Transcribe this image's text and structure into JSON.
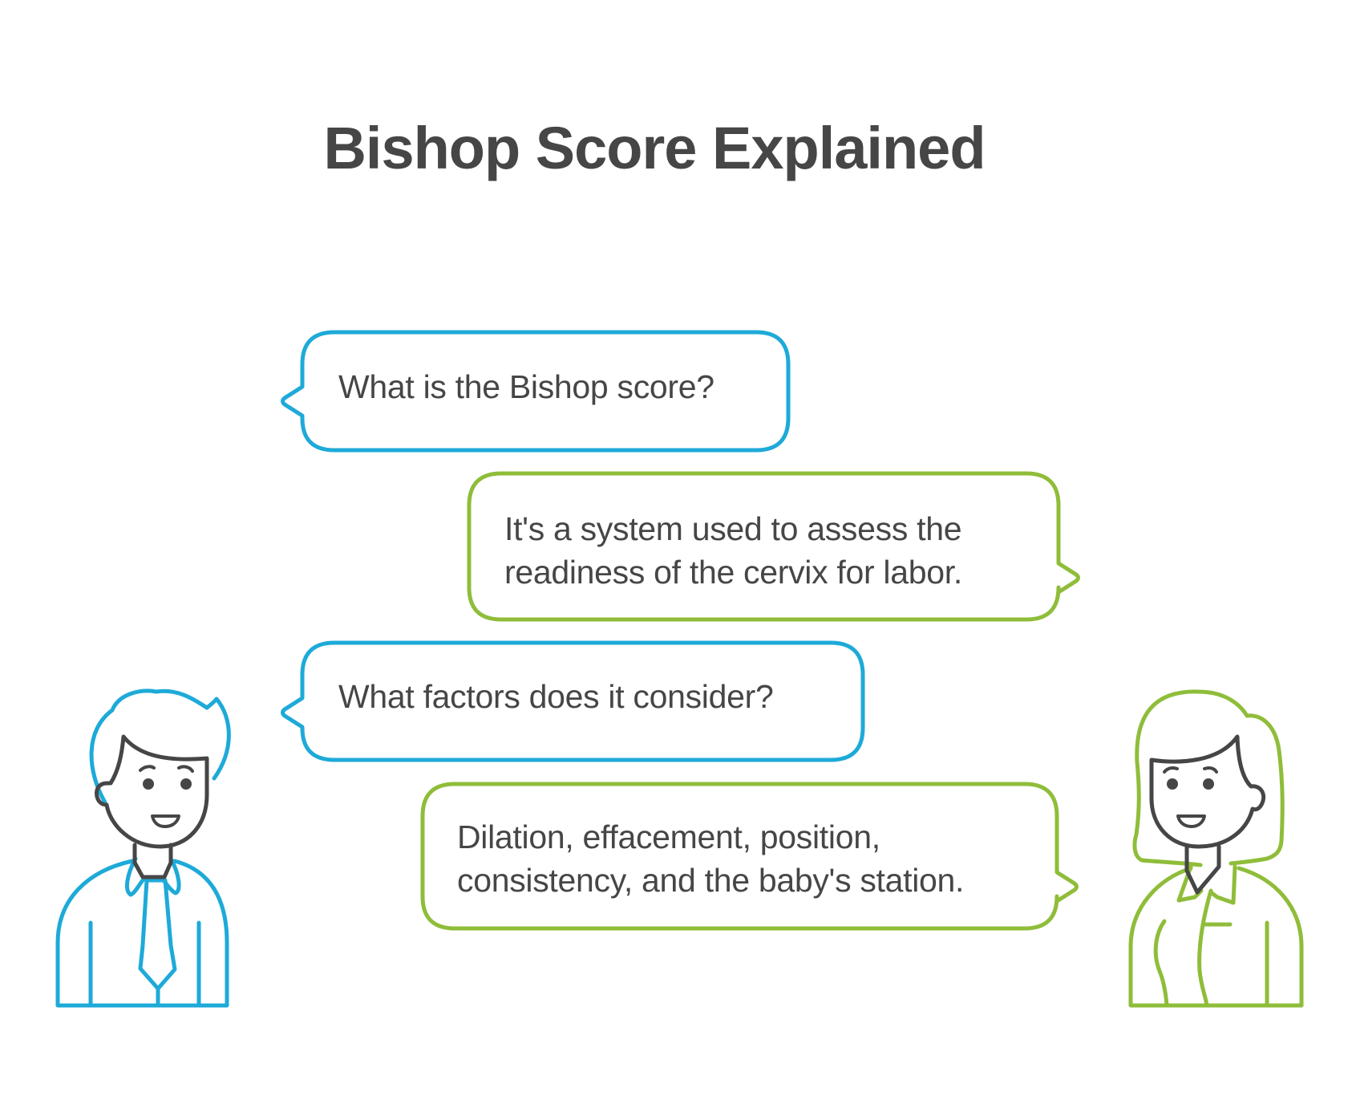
{
  "title": "Bishop Score Explained",
  "colors": {
    "speaker_a": "#1EAAD8",
    "speaker_b": "#8FBD3A",
    "text": "#464646",
    "face_outline": "#464646",
    "background": "#FFFFFF"
  },
  "participants": [
    {
      "id": "speaker-a",
      "role": "asker",
      "icon": "man-with-tie-icon",
      "color": "#1EAAD8",
      "side": "left"
    },
    {
      "id": "speaker-b",
      "role": "answerer",
      "icon": "woman-icon",
      "color": "#8FBD3A",
      "side": "right"
    }
  ],
  "dialogue": [
    {
      "speaker": "speaker-a",
      "tail": "left",
      "lines": [
        "What is the Bishop score?"
      ]
    },
    {
      "speaker": "speaker-b",
      "tail": "right",
      "lines": [
        "It's a system used to assess the",
        "readiness of the cervix for labor."
      ]
    },
    {
      "speaker": "speaker-a",
      "tail": "left",
      "lines": [
        "What factors does it consider?"
      ]
    },
    {
      "speaker": "speaker-b",
      "tail": "right",
      "lines": [
        "Dilation, effacement, position,",
        "consistency, and the baby's station."
      ]
    }
  ]
}
